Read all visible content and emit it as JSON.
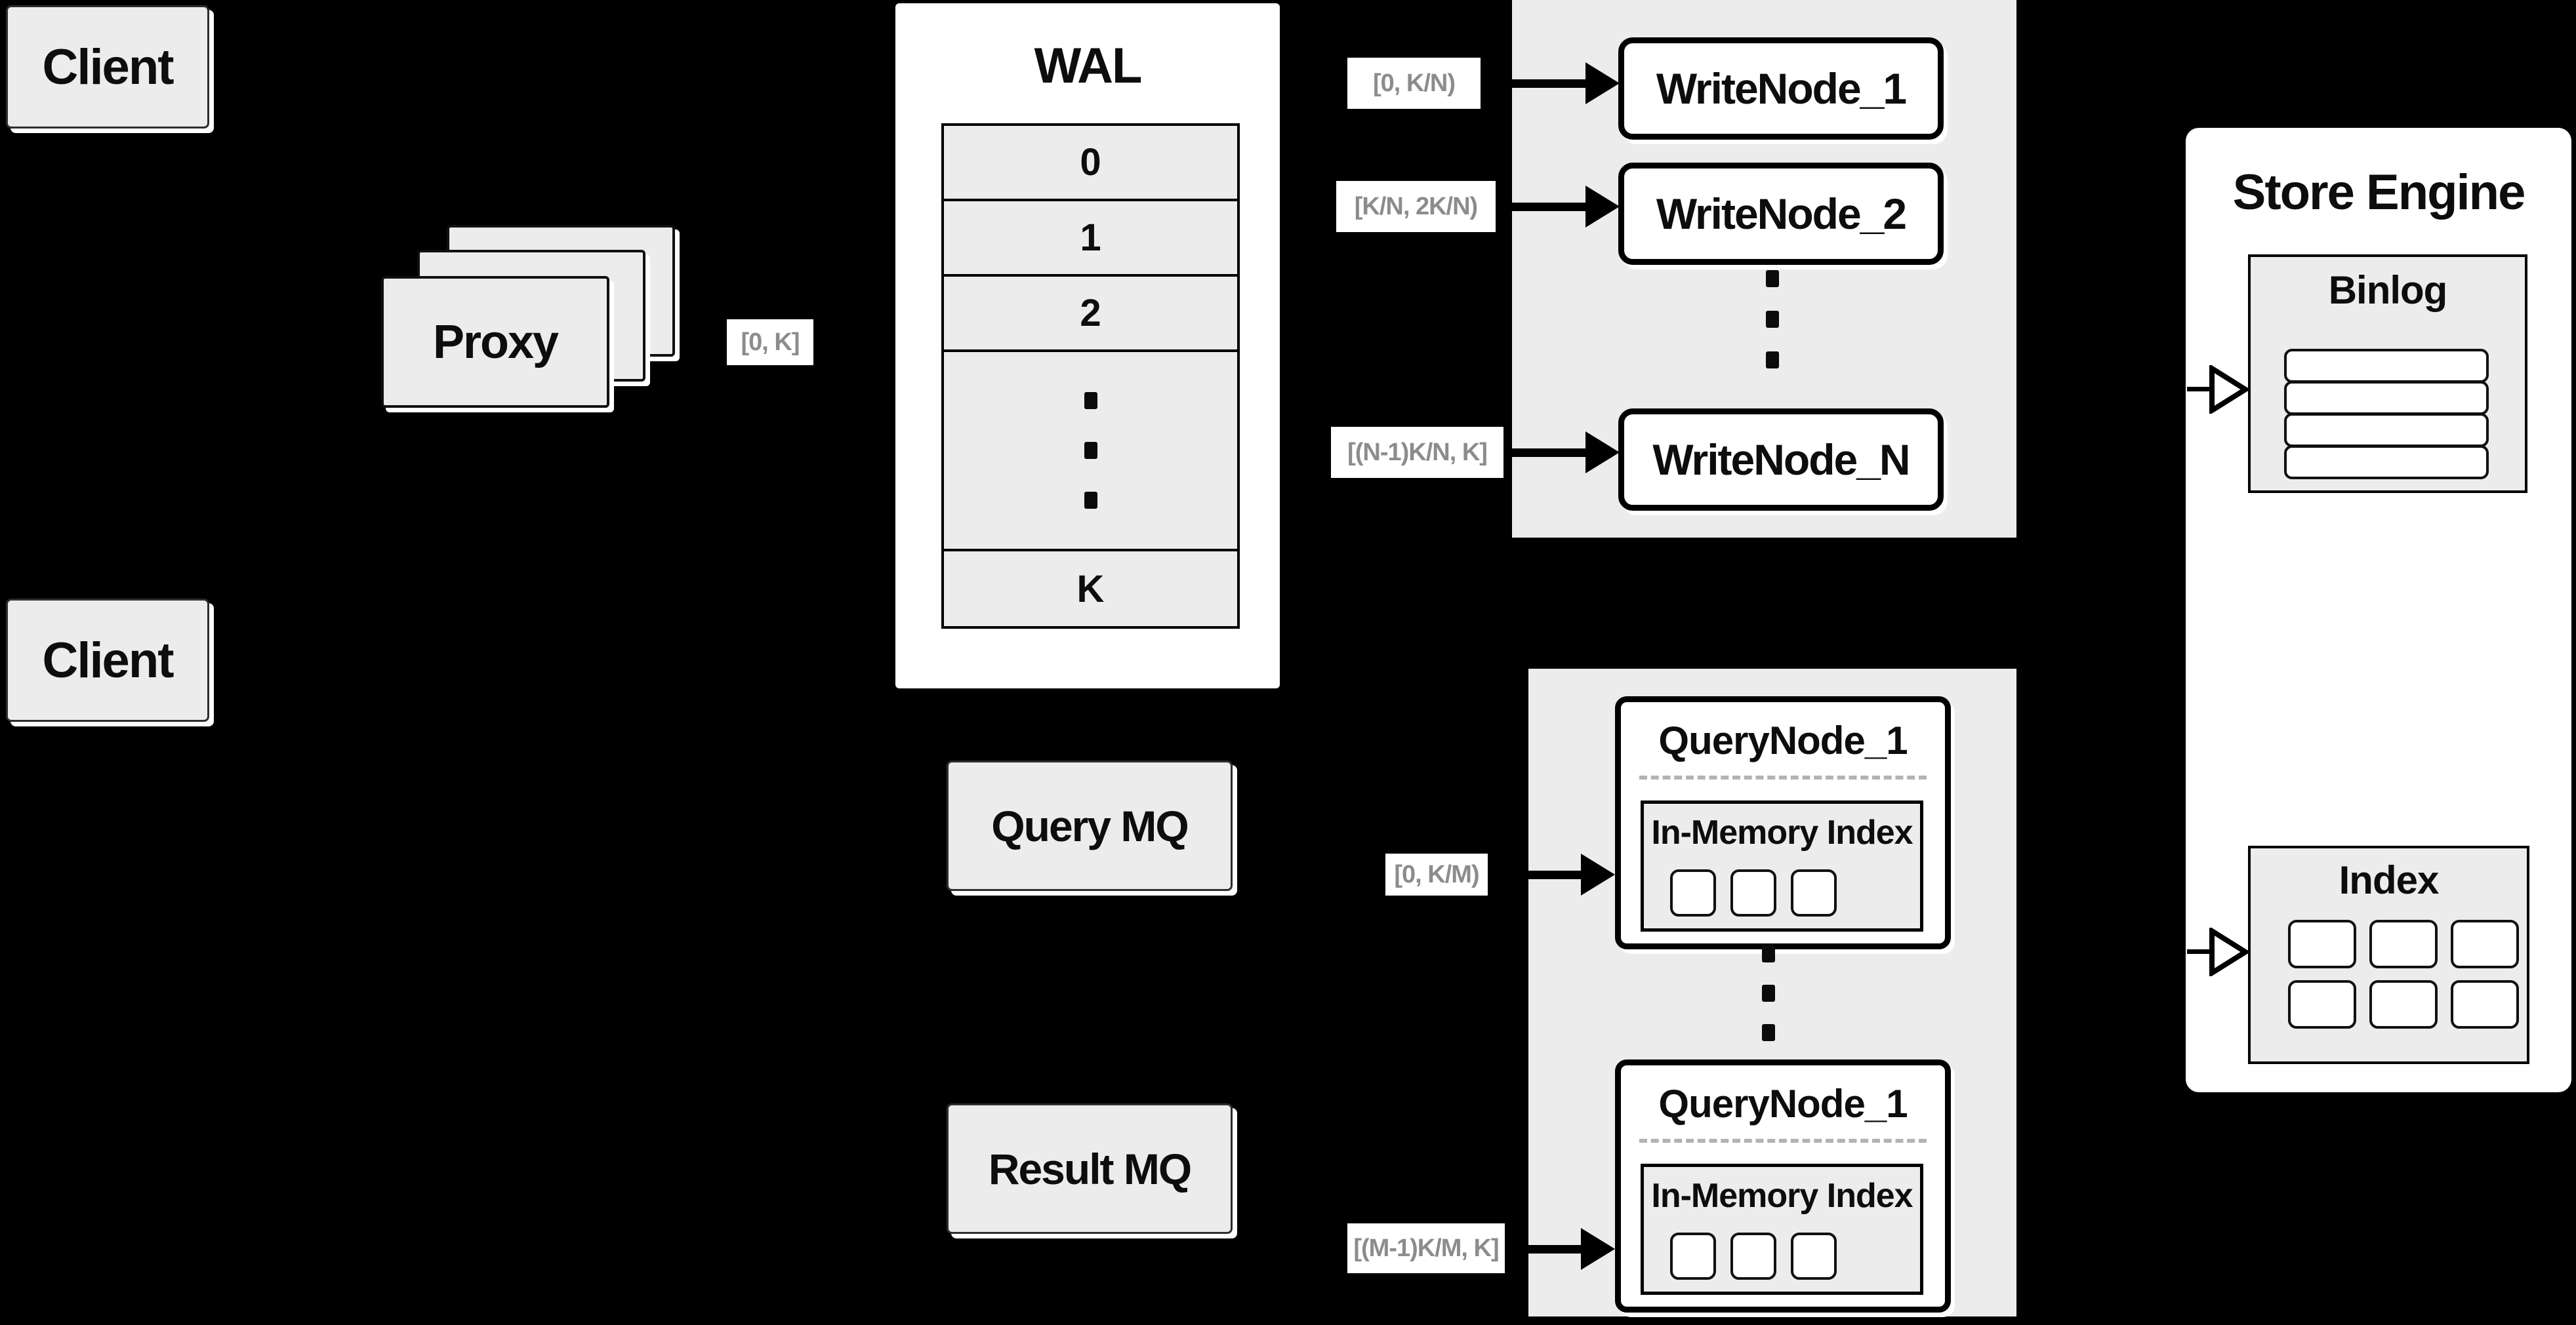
{
  "colors": {
    "background": "#000000",
    "panel_gray": "#ececec",
    "node_white": "#ffffff",
    "line_black": "#000000",
    "edge_label_text": "#8c8c8c"
  },
  "clients": {
    "top": "Client",
    "bottom": "Client"
  },
  "proxy": {
    "label": "Proxy"
  },
  "wal": {
    "title": "WAL",
    "rows": [
      "0",
      "1",
      "2",
      "K"
    ]
  },
  "edge_labels": {
    "proxy_range": "[0, K]",
    "write_1": "[0, K/N)",
    "write_2": "[K/N, 2K/N)",
    "write_n": "[(N-1)K/N, K]",
    "query_first": "[0, K/M)",
    "query_last": "[(M-1)K/M, K]"
  },
  "write_nodes": {
    "node_1": "WriteNode_1",
    "node_2": "WriteNode_2",
    "node_n": "WriteNode_N"
  },
  "store_engine": {
    "title": "Store Engine",
    "binlog_title": "Binlog",
    "index_title": "Index"
  },
  "mq": {
    "query": "Query MQ",
    "result": "Result MQ"
  },
  "query_nodes": {
    "first": {
      "title": "QueryNode_1",
      "inner_title": "In-Memory Index"
    },
    "second": {
      "title": "QueryNode_1",
      "inner_title": "In-Memory Index"
    }
  }
}
